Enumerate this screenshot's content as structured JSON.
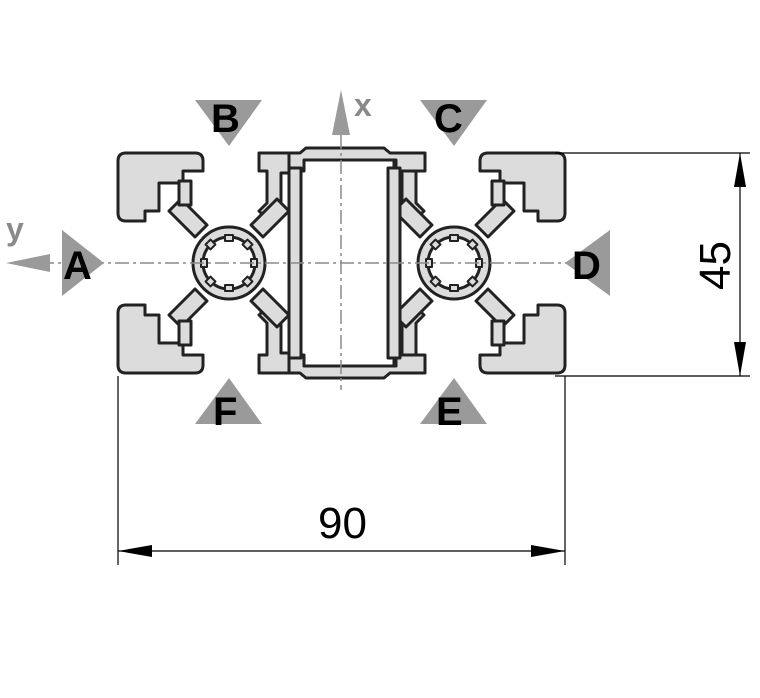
{
  "drawing": {
    "axis_x_label": "x",
    "axis_y_label": "y",
    "side_labels": {
      "a": "A",
      "b": "B",
      "c": "C",
      "d": "D",
      "e": "E",
      "f": "F"
    },
    "dimension_width": "90",
    "dimension_height": "45",
    "colors": {
      "profile_fill": "#dcdcdc",
      "profile_stroke": "#222222",
      "marker": "#9a9a9a",
      "centerline": "#8a8a8a",
      "dimension": "#000000"
    }
  }
}
